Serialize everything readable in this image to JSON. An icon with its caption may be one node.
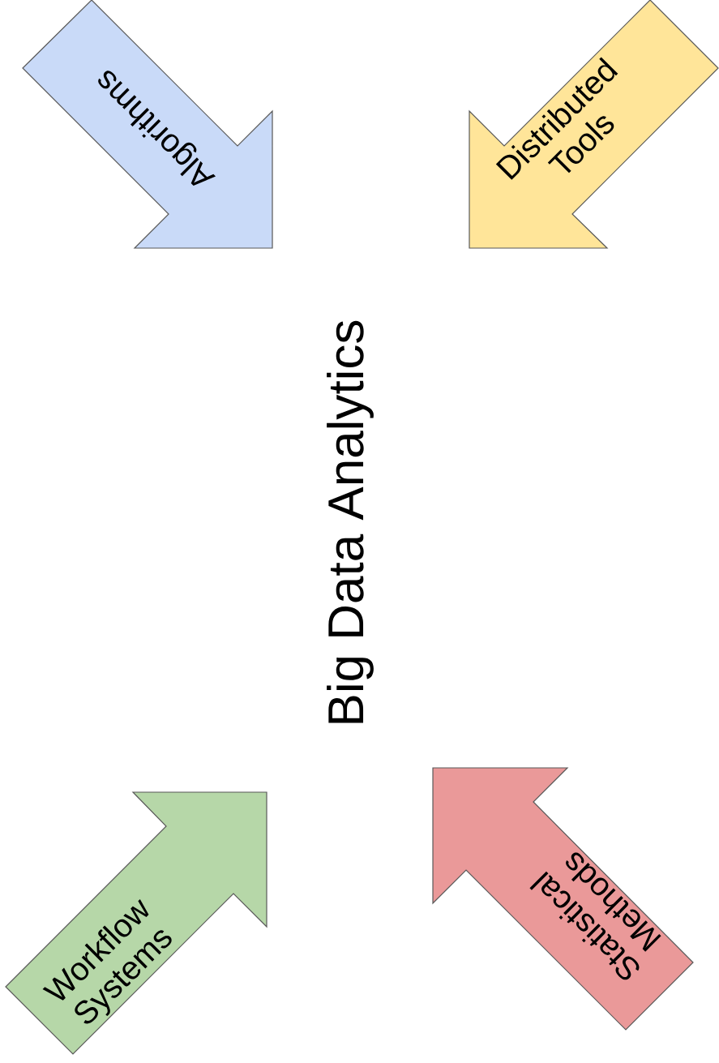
{
  "diagram": {
    "title": "Big Data Analytics",
    "nodes": [
      {
        "text": [
          "Algorithms"
        ]
      },
      {
        "text": [
          "Distributed Tools"
        ]
      },
      {
        "text": [
          "Workflow Systems"
        ]
      },
      {
        "text": [
          "Statistical Methods"
        ]
      }
    ]
  }
}
